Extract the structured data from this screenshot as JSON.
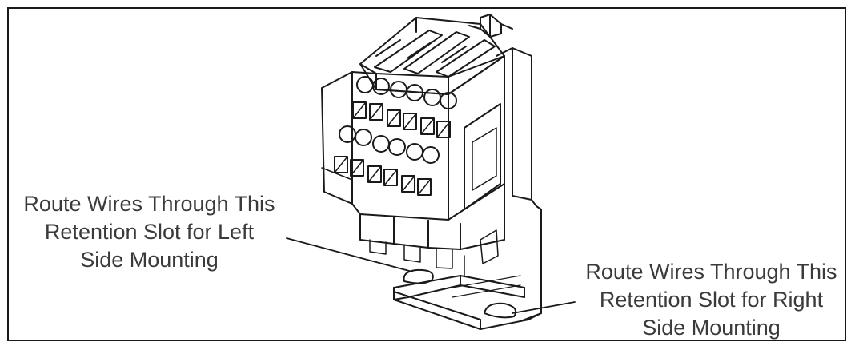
{
  "callouts": {
    "left": {
      "lines": [
        "Route Wires Through This",
        "Retention Slot for Left",
        "Side Mounting"
      ]
    },
    "right": {
      "lines": [
        "Route Wires Through This",
        "Retention Slot for Right",
        "Side Mounting"
      ]
    }
  },
  "colors": {
    "frame": "#1a1a1a",
    "stroke": "#1a1a1a",
    "text": "#3a3a3a",
    "dark_fill": "#2a2a2a"
  }
}
